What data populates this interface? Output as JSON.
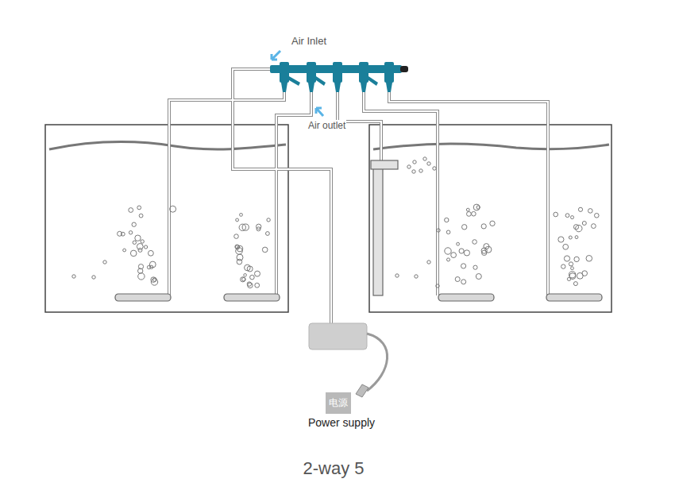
{
  "diagram": {
    "caption": "2-way 5",
    "nodes": [
      {
        "text": [
          "电源",
          "Power supply"
        ]
      }
    ],
    "labels": [
      "Air Inlet",
      "Air outlet"
    ]
  }
}
